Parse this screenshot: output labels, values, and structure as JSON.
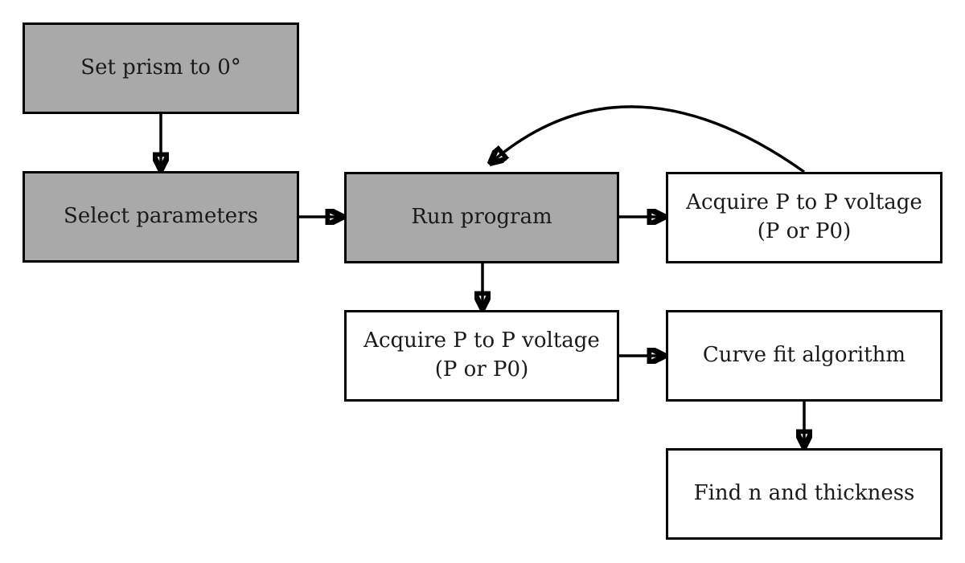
{
  "diagram": {
    "type": "flowchart",
    "colors": {
      "box_fill_gray": "#a9a9a9",
      "box_fill_white": "#ffffff",
      "border_and_arrows": "#000000",
      "background": "#ffffff"
    },
    "nodes": {
      "set_prism": {
        "label": "Set prism to 0°",
        "fill": "gray"
      },
      "select_params": {
        "label": "Select parameters",
        "fill": "gray"
      },
      "run_program": {
        "label": "Run program",
        "fill": "gray"
      },
      "acquire_right": {
        "line1": "Acquire P to P voltage",
        "line2": "(P or P0)",
        "fill": "white"
      },
      "acquire_bottom": {
        "line1": "Acquire P to P voltage",
        "line2": "(P or P0)",
        "fill": "white"
      },
      "curve_fit": {
        "label": "Curve fit algorithm",
        "fill": "white"
      },
      "find_n": {
        "label": "Find n and thickness",
        "fill": "white"
      }
    },
    "edges": [
      {
        "from": "set_prism",
        "to": "select_params",
        "style": "straight-down"
      },
      {
        "from": "select_params",
        "to": "run_program",
        "style": "straight-right"
      },
      {
        "from": "run_program",
        "to": "acquire_right",
        "style": "straight-right"
      },
      {
        "from": "run_program",
        "to": "acquire_bottom",
        "style": "straight-down"
      },
      {
        "from": "acquire_bottom",
        "to": "curve_fit",
        "style": "straight-right"
      },
      {
        "from": "curve_fit",
        "to": "find_n",
        "style": "straight-down"
      },
      {
        "from": "acquire_right",
        "to": "run_program",
        "style": "curved-feedback-arc"
      }
    ]
  }
}
